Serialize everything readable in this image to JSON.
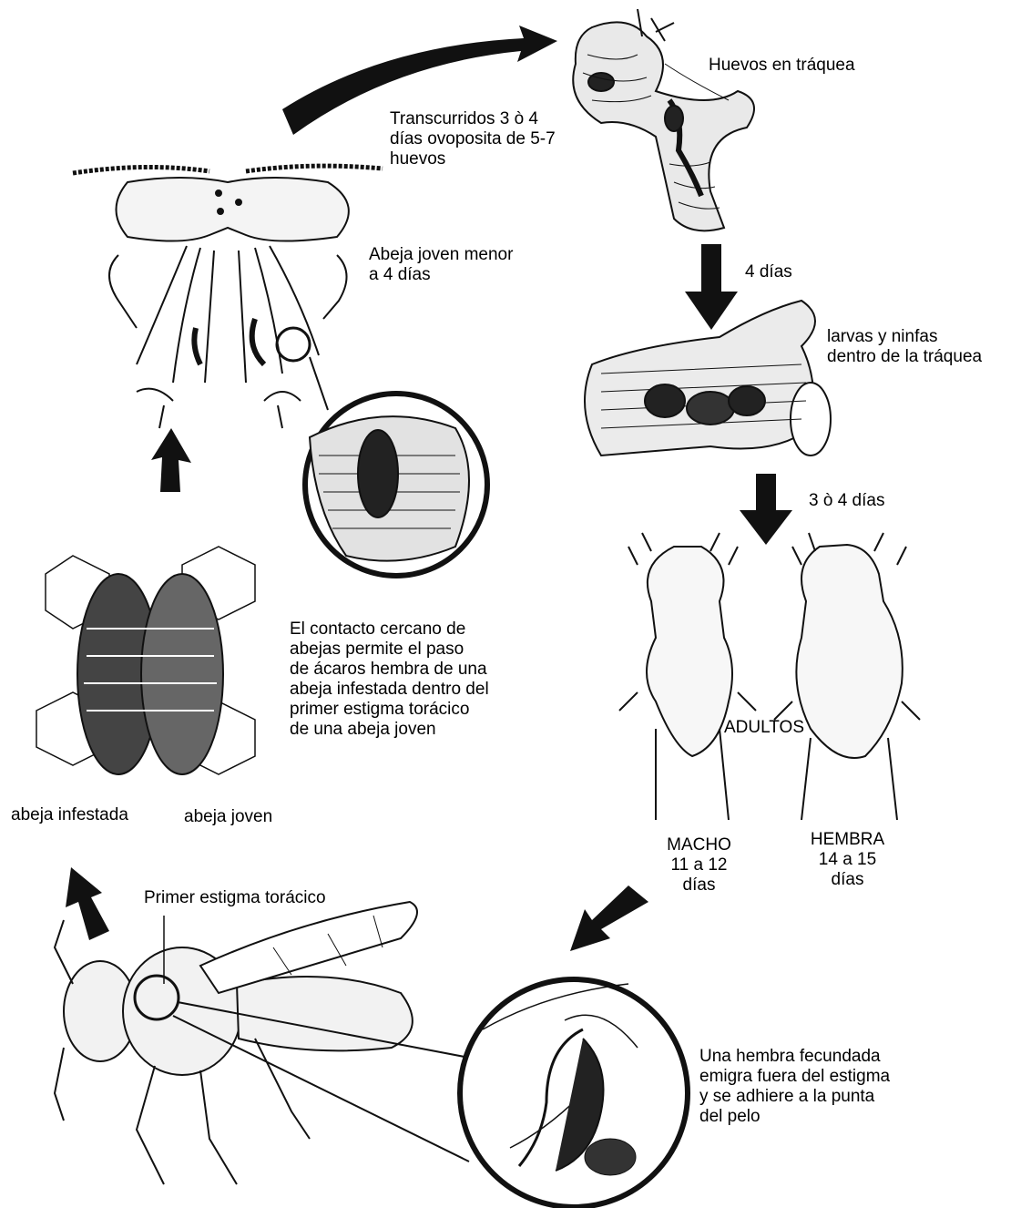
{
  "labels": {
    "eggs_in_trachea": "Huevos en tráquea",
    "after_days_lines": [
      "Transcurridos 3 ò 4",
      "días ovoposita de 5-7",
      "huevos"
    ],
    "young_bee_lines": [
      "Abeja joven menor",
      "a 4 días"
    ],
    "four_days": "4 días",
    "larvae_lines": [
      "larvas y ninfas",
      "dentro de la tráquea"
    ],
    "three_four_days": "3 ò 4 días",
    "close_contact_lines": [
      "El contacto cercano de",
      "abejas permite el paso",
      "de ácaros hembra de una",
      "abeja infestada dentro del",
      "primer estigma torácico",
      "de una abeja joven"
    ],
    "adults": "ADULTOS",
    "male_lines": [
      "MACHO",
      "11 a 12",
      "días"
    ],
    "female_lines": [
      "HEMBRA",
      "14 a 15",
      "días"
    ],
    "infested_bee": "abeja infestada",
    "young_bee": "abeja joven",
    "first_stigma": "Primer estigma torácico",
    "fertilized_female_lines": [
      "Una hembra fecundada",
      "emigra fuera del estigma",
      "y se adhiere a la punta",
      "del pelo"
    ]
  },
  "colors": {
    "ink": "#000000",
    "paper": "#ffffff",
    "shade": "#2a2a2a"
  }
}
